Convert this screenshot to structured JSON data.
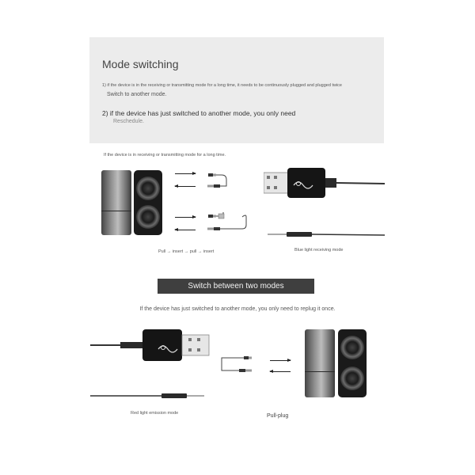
{
  "header": {
    "title": "Mode switching",
    "note1": "1) if the device is in the receiving or transmitting mode for a long time, it needs to be continuously plugged and plugged twice",
    "note1_cont": "Switch to another mode.",
    "note2": "2) if the device has just switched to another mode, you only need",
    "note2_cont": "Reschedule."
  },
  "section1": {
    "caption_top": "If the device is in receiving or transmitting mode for a long time.",
    "caption_left": "Pull → insert → pull → insert",
    "caption_right": "Blue light receiving mode"
  },
  "section2": {
    "banner": "Switch between two modes",
    "note": "If the device has just switched to another mode, you only need to replug it once.",
    "caption_left": "Red light emission mode",
    "caption_right": "Pull-plug"
  },
  "icons": [
    "speaker-icon",
    "usb-adapter-icon",
    "aux-cable-icon",
    "arrow-icon"
  ]
}
